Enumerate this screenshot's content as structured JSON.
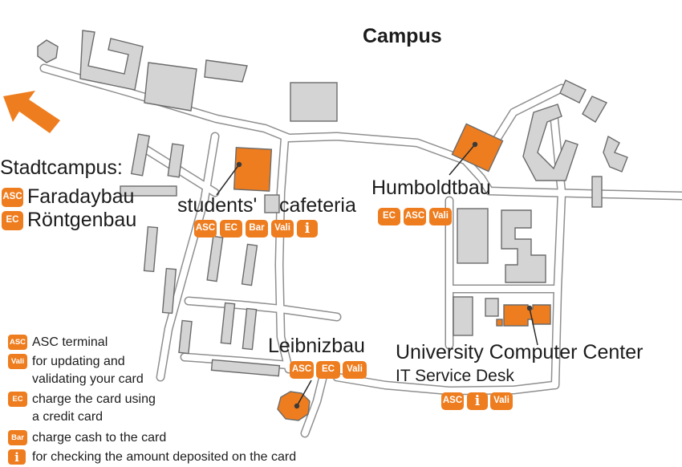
{
  "title": "Campus",
  "colors": {
    "accent": "#ee7d1f",
    "building": "#d4d4d4",
    "outline": "#6b6b6b"
  },
  "direction_arrow": {
    "icon": "arrow-up-left-icon",
    "color": "#ee7d1f"
  },
  "stadtcampus": {
    "heading": "Stadtcampus:",
    "items": [
      {
        "icon": "ASC",
        "label": "Faradaybau"
      },
      {
        "icon": "EC",
        "label": "Röntgenbau"
      }
    ]
  },
  "locations": {
    "cafeteria": {
      "label_a": "students'",
      "label_b": "cafeteria",
      "icons": [
        "ASC",
        "EC",
        "Bar",
        "Vali",
        "i"
      ]
    },
    "humboldtbau": {
      "label": "Humboldtbau",
      "icons": [
        "EC",
        "ASC",
        "Vali"
      ]
    },
    "leibnizbau": {
      "label": "Leibnizbau",
      "icons": [
        "ASC",
        "EC",
        "Vali"
      ]
    },
    "urz": {
      "label": "University Computer Center",
      "sublabel": "IT Service Desk",
      "icons": [
        "ASC",
        "i",
        "Vali"
      ]
    }
  },
  "legend": [
    {
      "icon": "ASC",
      "lines": [
        "ASC terminal"
      ]
    },
    {
      "icon": "Vali",
      "lines": [
        "for updating and",
        "validating your card"
      ]
    },
    {
      "icon": "EC",
      "lines": [
        "charge the card using",
        "a credit card"
      ]
    },
    {
      "icon": "Bar",
      "lines": [
        "charge cash to the card"
      ]
    },
    {
      "icon": "i",
      "lines": [
        "for checking the amount deposited on the card"
      ]
    }
  ]
}
